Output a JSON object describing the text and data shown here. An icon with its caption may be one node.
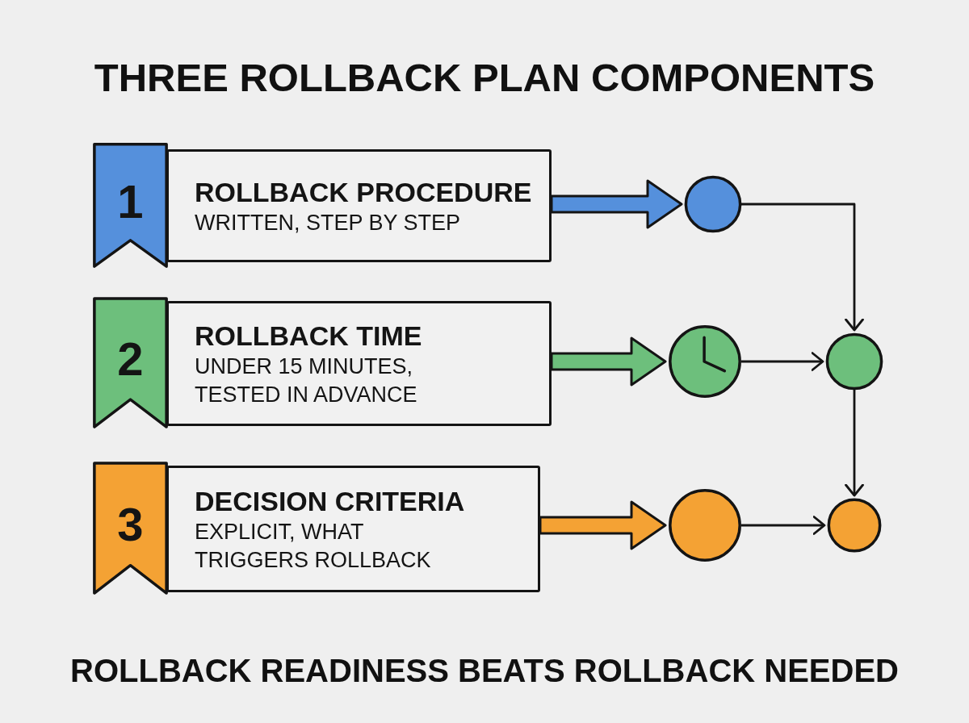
{
  "diagram": {
    "title": "THREE ROLLBACK PLAN COMPONENTS",
    "caption": "ROLLBACK READINESS BEATS ROLLBACK NEEDED",
    "nodes": [
      {
        "text": [
          "1"
        ]
      },
      {
        "text": [
          "ROLLBACK PROCEDURE",
          "WRITTEN, STEP BY STEP"
        ]
      },
      {
        "text": [],
        "shape": "circle"
      },
      {
        "text": [
          "2"
        ]
      },
      {
        "text": [
          "ROLLBACK TIME",
          "UNDER 15 MINUTES, TESTED IN ADVANCE"
        ]
      },
      {
        "text": [],
        "shape": "clock"
      },
      {
        "text": [],
        "shape": "circle"
      },
      {
        "text": [
          "3"
        ]
      },
      {
        "text": [
          "DECISION CRITERIA",
          "EXPLICIT, WHAT TRIGGERS ROLLBACK"
        ]
      },
      {
        "text": [],
        "shape": "circle"
      },
      {
        "text": [],
        "shape": "circle"
      }
    ],
    "edges": [
      {
        "from": 1,
        "to": 2,
        "arrow": "to",
        "style": "thick",
        "color": "#5590dc"
      },
      {
        "from": 4,
        "to": 5,
        "arrow": "to",
        "style": "thick",
        "color": "#6dbf7c"
      },
      {
        "from": 8,
        "to": 9,
        "arrow": "to",
        "style": "thick",
        "color": "#f4a234"
      },
      {
        "from": 2,
        "to": 6,
        "arrow": "to"
      },
      {
        "from": 5,
        "to": 6,
        "arrow": "to"
      },
      {
        "from": 6,
        "to": 10,
        "arrow": "to"
      },
      {
        "from": 9,
        "to": 10,
        "arrow": "to"
      }
    ]
  }
}
